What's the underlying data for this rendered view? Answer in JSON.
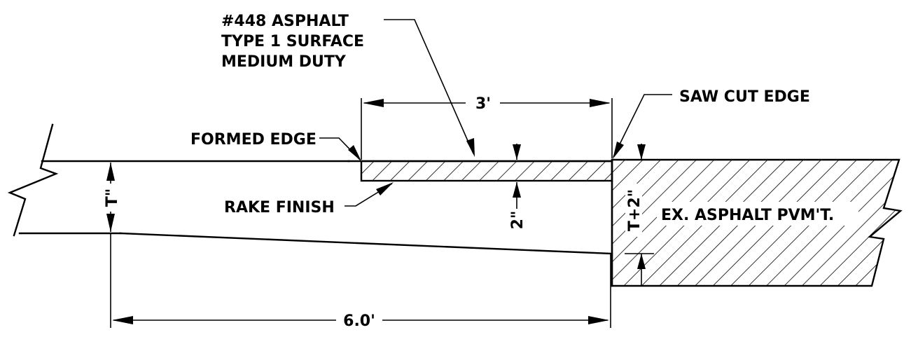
{
  "labels": {
    "asphalt_line1": "#448 ASPHALT",
    "asphalt_line2": "TYPE 1 SURFACE",
    "asphalt_line3": "MEDIUM DUTY",
    "saw_cut": "SAW CUT EDGE",
    "formed_edge": "FORMED EDGE",
    "rake_finish": "RAKE FINISH",
    "existing_pavement": "EX. ASPHALT PVM'T."
  },
  "dimensions": {
    "width_3ft": "3'",
    "width_6ft": "6.0'",
    "depth_2in": "2\"",
    "depth_t": "T\"",
    "depth_t_plus_2": "T+2\""
  }
}
